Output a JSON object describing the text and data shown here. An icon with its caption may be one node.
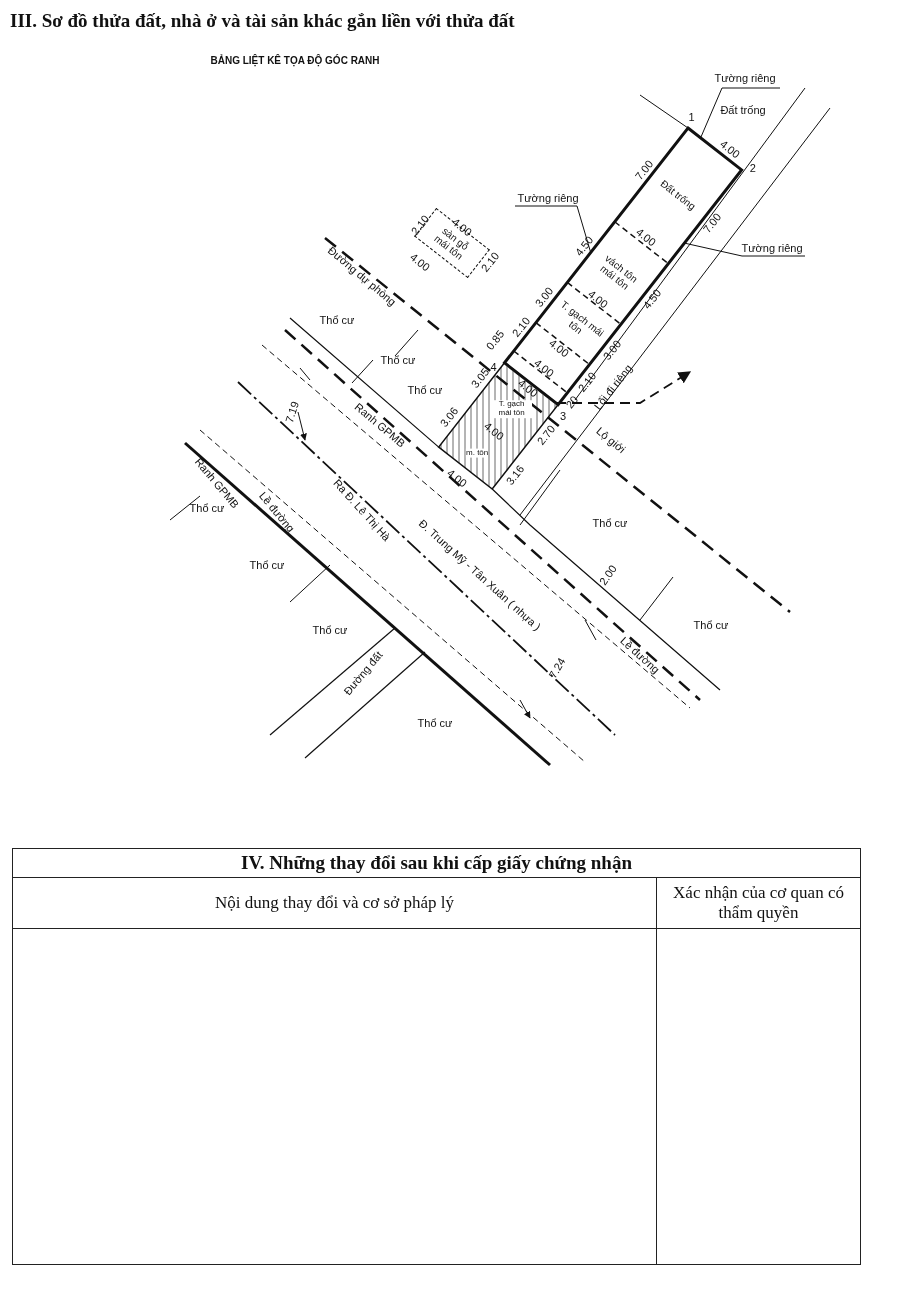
{
  "diagram": {
    "title": "III. Sơ đồ thửa đất, nhà ở và tài sản khác gắn liền với thửa đất",
    "nodes": [
      {
        "text": [
          "Đất trống"
        ]
      },
      {
        "text": [
          "vách tôn mái tôn"
        ]
      },
      {
        "text": [
          "T. gạch mái tôn"
        ]
      },
      {
        "text": [
          "T. gạch mái tôn"
        ]
      },
      {
        "text": [
          "m. tôn"
        ]
      },
      {
        "text": [
          "sàn gỗ mái tôn"
        ]
      },
      {
        "text": [
          "Tường riêng"
        ]
      },
      {
        "text": [
          "Tường riêng"
        ]
      },
      {
        "text": [
          "Tường riêng"
        ]
      }
    ],
    "edges": [
      {
        "from": 6,
        "to": null,
        "arrow": "none"
      },
      {
        "from": 7,
        "to": 1,
        "arrow": "none"
      },
      {
        "from": 8,
        "to": null,
        "arrow": "none"
      }
    ],
    "labels": [
      "BẢNG LIỆT KÊ TỌA ĐỘ GÓC RANH",
      "Đất trống",
      "1",
      "4.00",
      "7.00",
      "2",
      "7.00",
      "2.10",
      "4.00",
      "4.00",
      "4.50",
      "Đường dự phòng",
      "2.10",
      "4.00",
      "4.00",
      "3.00",
      "4.50",
      "Thổ cư",
      "Lối đi riêng",
      "4.00",
      "2.10",
      "3.00",
      "0.85",
      "Thổ cư",
      "4",
      "4.00",
      "3.05",
      "4.00",
      "2.10",
      "20",
      "Thổ cư",
      "3",
      "Ranh GPMB",
      "7.19",
      "3.06",
      "4.00",
      "2.70",
      "Lộ giới",
      "4.00",
      "3.16",
      "Ranh GPMB",
      "Thổ cư",
      "Lề đường",
      "Ra Đ. Lê Thị Hà",
      "Thổ cư",
      "Thổ cư",
      "Đ. Trung Mỹ - Tân Xuân ( nhựa )",
      "2.00",
      "Thổ cư",
      "Thổ cư",
      "Lề đường",
      "7.24",
      "Đường đất",
      "Thổ cư",
      "IV. Những thay đổi sau khi cấp giấy chứng nhận",
      "Nội dung thay đổi và cơ sở pháp lý",
      "Xác nhận của cơ quan có thẩm quyền"
    ]
  }
}
